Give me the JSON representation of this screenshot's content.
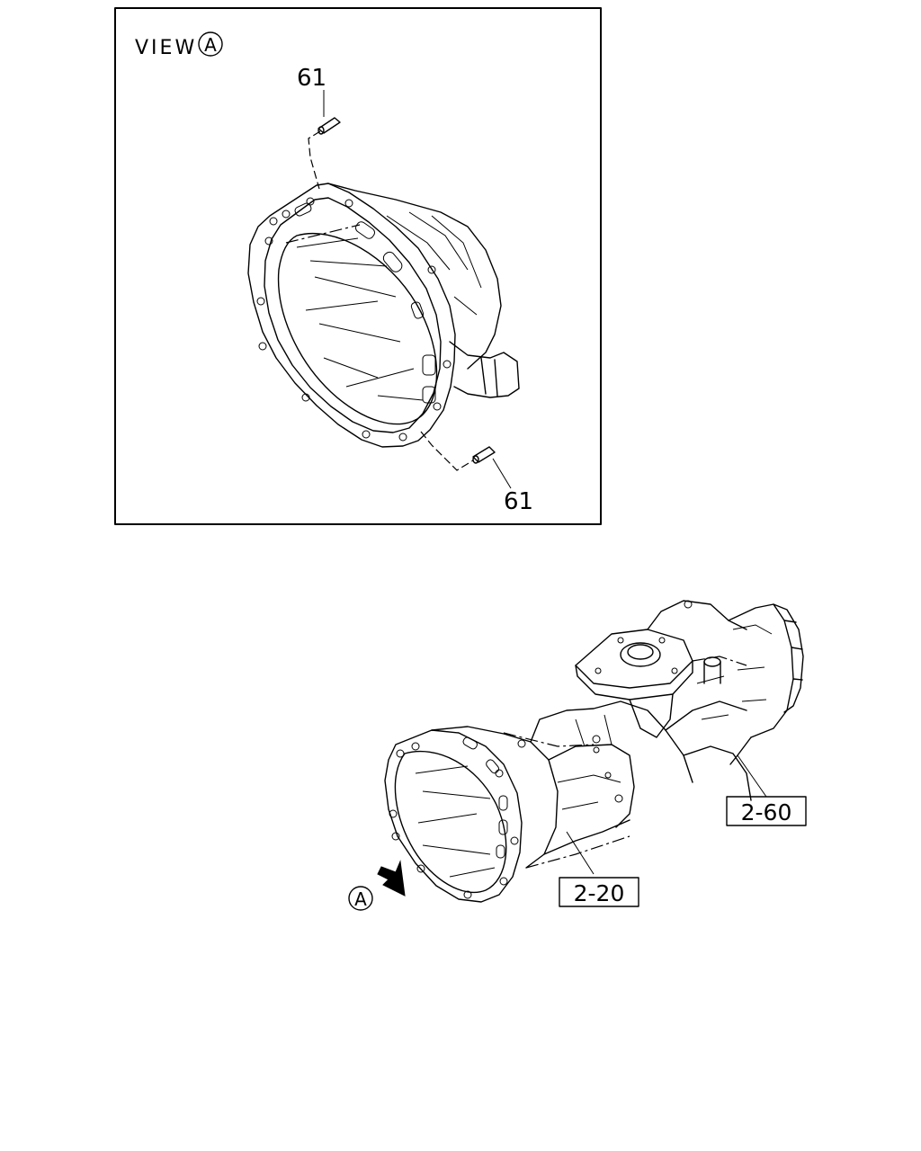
{
  "view_title": "VIEW",
  "view_marker": "A",
  "inset": {
    "parts": [
      {
        "label": "61"
      },
      {
        "label": "61"
      }
    ]
  },
  "main": {
    "refs": [
      {
        "label": "2-60"
      },
      {
        "label": "2-20"
      }
    ],
    "arrow_marker": "A"
  }
}
